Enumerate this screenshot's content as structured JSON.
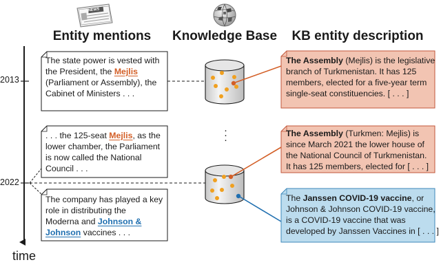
{
  "headers": {
    "mentions": "Entity mentions",
    "kb": "Knowledge Base",
    "desc": "KB entity description"
  },
  "newspaper_text": "NEWS",
  "axis": {
    "label": "time",
    "year_2013": "2013",
    "year_2022": "2022"
  },
  "mentions": [
    {
      "line1": "The state power is vested with",
      "line2_pre": "the President, the ",
      "entity": "Mejlis",
      "line3": "(Parliament or Assembly), the",
      "line4": "Cabinet of Ministers . . ."
    },
    {
      "line1_pre": ". . . the 125-seat ",
      "entity": "Mejlis",
      "line1_post": ", as the",
      "line2": "lower chamber, the Parliament",
      "line3": "is now called the National",
      "line4": "Council . . ."
    },
    {
      "line1": "The company has played a key",
      "line2": "role in distributing the",
      "line3_pre": "Moderna and ",
      "entity_a": "Johnson &",
      "entity_b": "Johnson",
      "line4_post": " vaccines . . ."
    }
  ],
  "descriptions": [
    {
      "title": "The Assembly",
      "line1_post": " (Mejlis) is the legislative",
      "line2": "branch of Turkmenistan. It has 125",
      "line3": "members, elected for a five-year term",
      "line4": "single-seat constituencies. [ . . . ]"
    },
    {
      "title": "The Assembly",
      "line1_post": " (Turkmen: Mejlis) is",
      "line2": "since March 2021 the lower house of",
      "line3": "the National Council of Turkmenistan.",
      "line4": "It has 125 members, elected for [ . . . ]"
    },
    {
      "line1_pre": "The ",
      "title": "Janssen COVID-19 vaccine",
      "line1_post": ", or",
      "line2": "Johnson & Johnson COVID-19 vaccine,",
      "line3": "is a COVID-19 vaccine that was",
      "line4": "developed by Janssen Vaccines in [ . . . ]"
    }
  ],
  "colors": {
    "orange": "#d35f27",
    "blue": "#1f6fb0",
    "dot_orange": "#f0a020",
    "desc_red_fill": "#f2c4b2",
    "desc_red_stroke": "#c1563a",
    "desc_blue_fill": "#bcdcee",
    "desc_blue_stroke": "#3d87b9"
  },
  "icons": [
    "newspaper-icon",
    "wikipedia-globe-icon",
    "database-cylinder-icon"
  ]
}
